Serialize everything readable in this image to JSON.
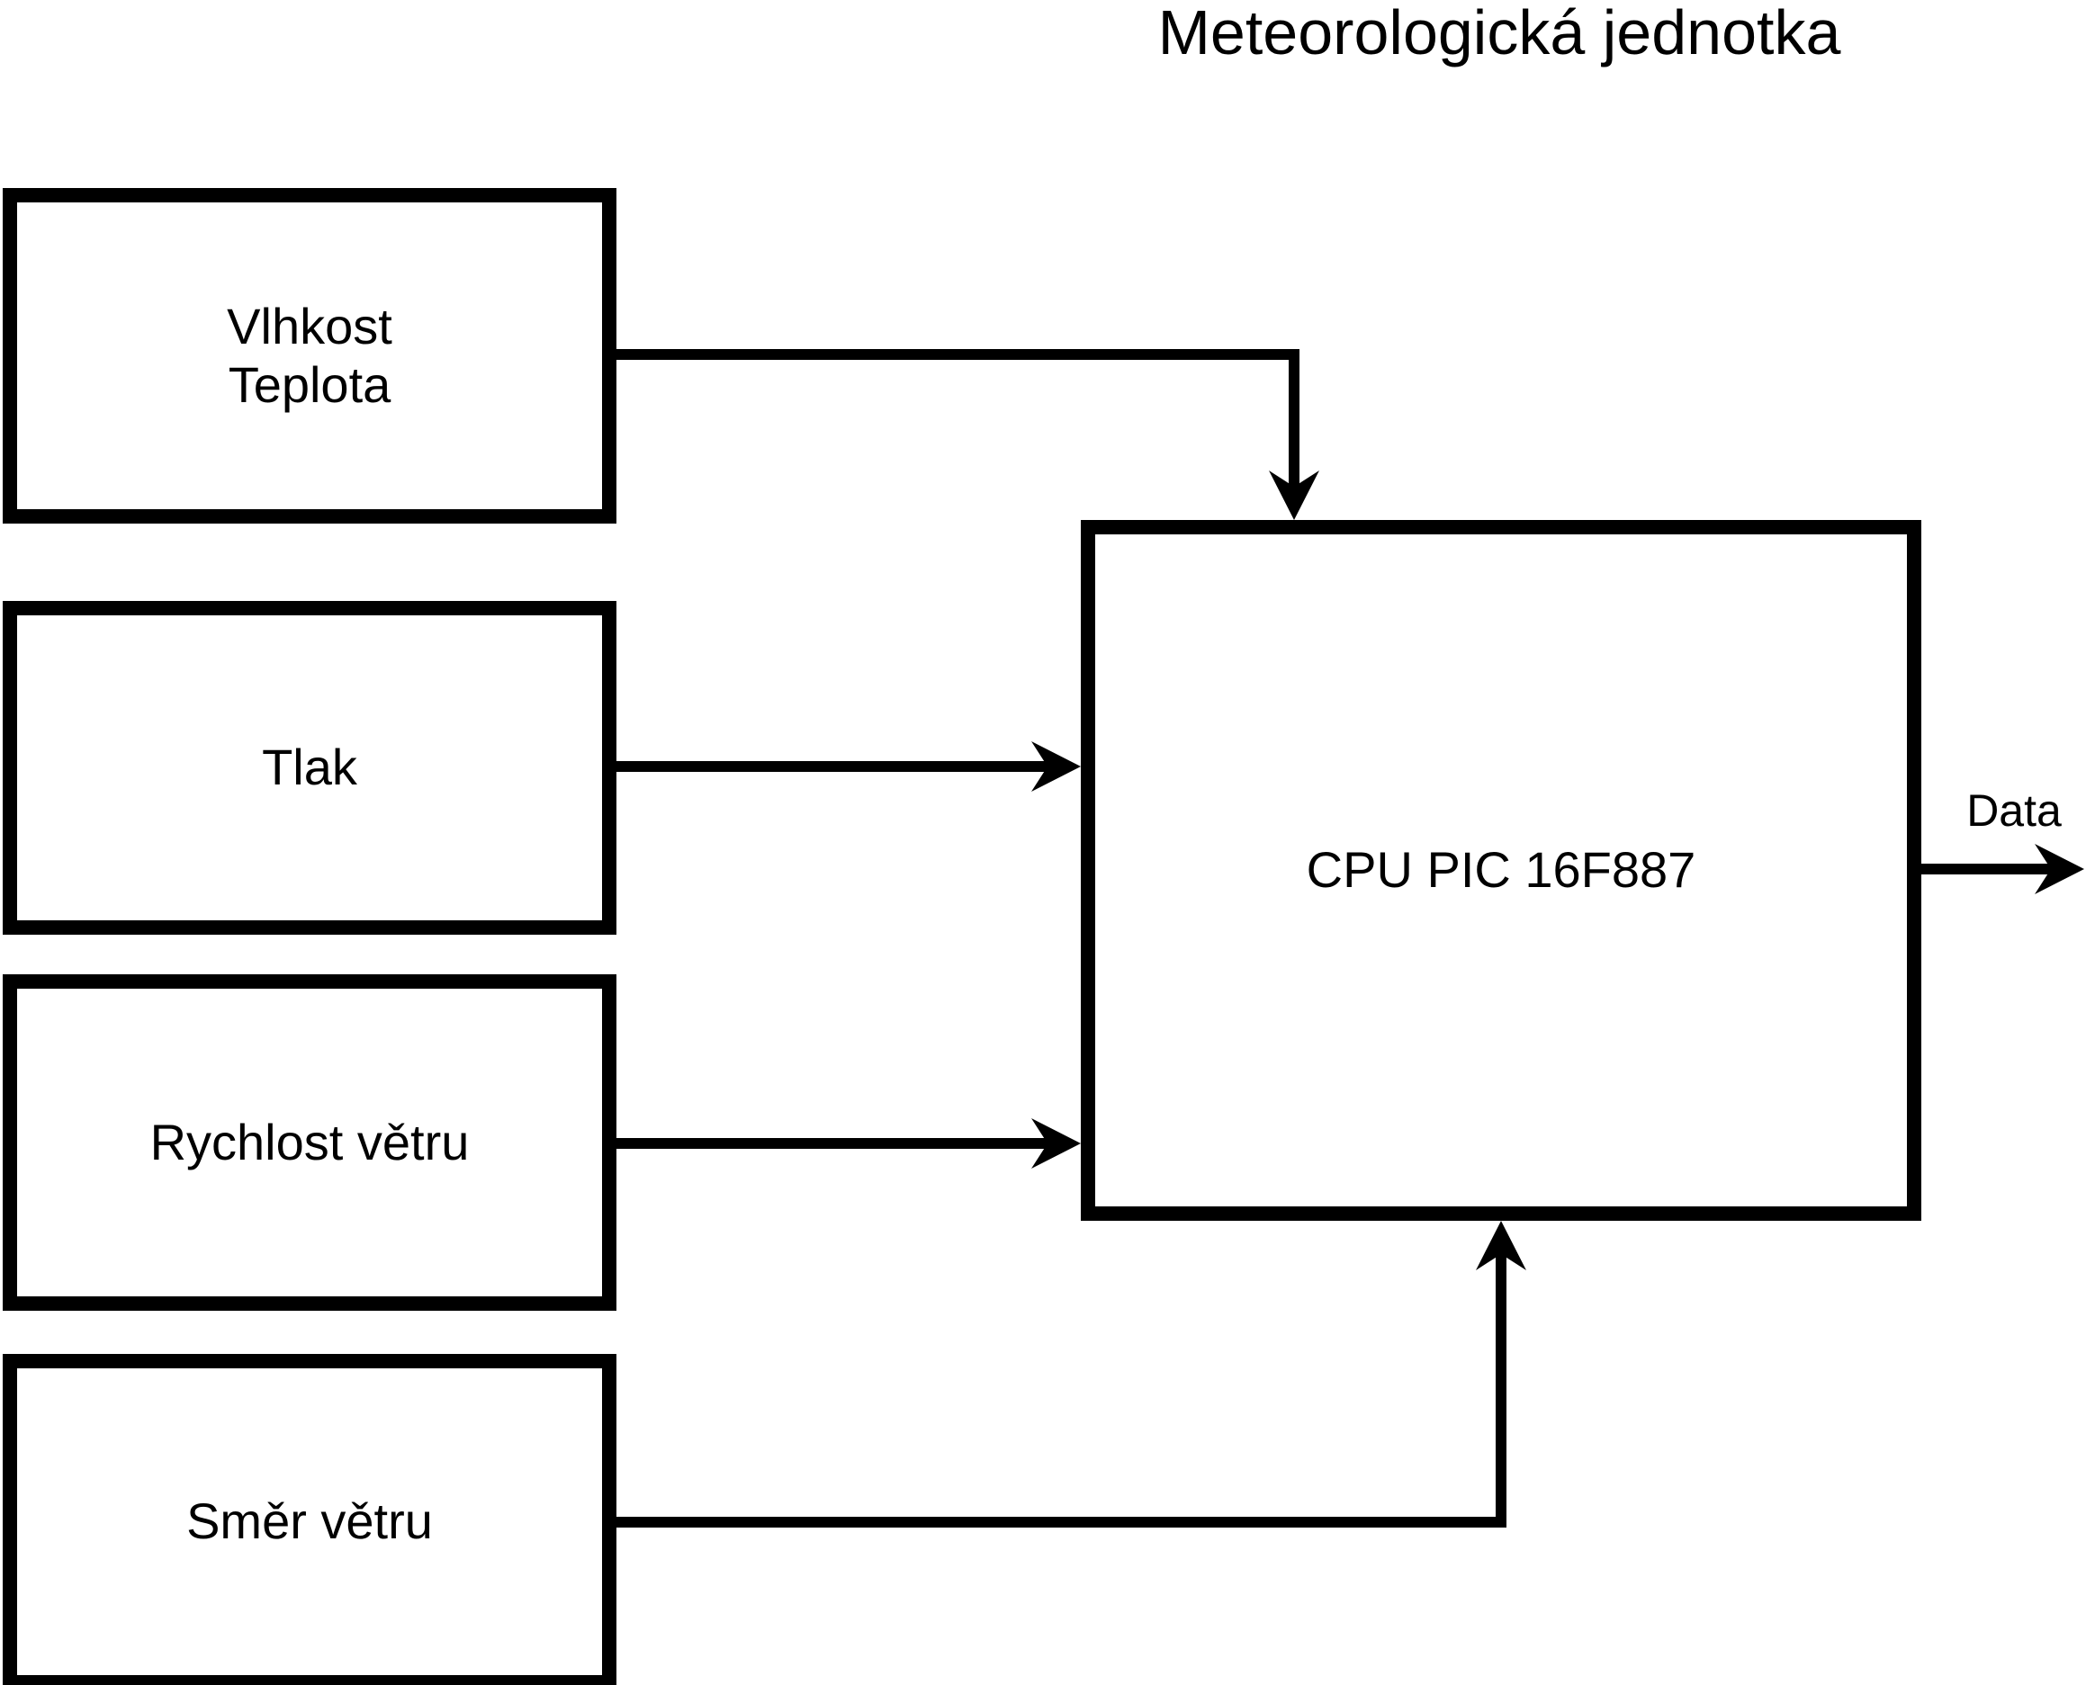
{
  "diagram": {
    "title": "Meteorologická jednotka",
    "nodes": [
      {
        "id": "humidity-temperature",
        "lines": [
          "Vlhkost",
          "Teplota"
        ]
      },
      {
        "id": "pressure",
        "lines": [
          "Tlak"
        ]
      },
      {
        "id": "wind-speed",
        "lines": [
          "Rychlost větru"
        ]
      },
      {
        "id": "wind-direction",
        "lines": [
          "Směr větru"
        ]
      },
      {
        "id": "cpu",
        "lines": [
          "CPU PIC 16F887"
        ]
      }
    ],
    "edges": [
      {
        "from": "humidity-temperature",
        "to": "cpu"
      },
      {
        "from": "pressure",
        "to": "cpu"
      },
      {
        "from": "wind-speed",
        "to": "cpu"
      },
      {
        "from": "wind-direction",
        "to": "cpu"
      },
      {
        "from": "cpu",
        "to": "output",
        "label": "Data"
      }
    ],
    "colors": {
      "line": "#000000",
      "text": "#000000",
      "background": "#ffffff"
    }
  }
}
